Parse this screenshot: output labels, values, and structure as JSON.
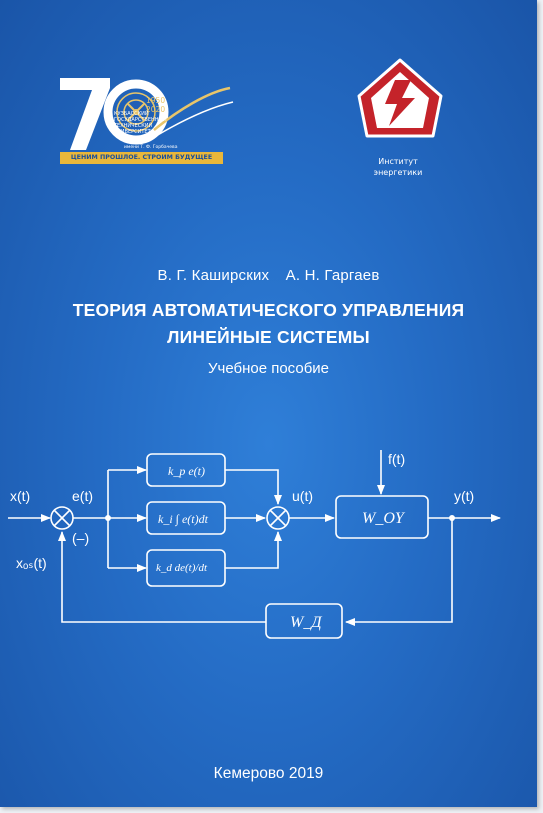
{
  "logo_left": {
    "big_number": "70",
    "years": [
      "1950",
      "2020"
    ],
    "university_lines": [
      "КУЗБАССКИЙ",
      "ГОСУДАРСТВЕННЫЙ",
      "ТЕХНИЧЕСКИЙ",
      "УНИВЕРСИТЕТ"
    ],
    "university_sub": "имени Т. Ф. Горбачева",
    "slogan": "ЦЕНИМ ПРОШЛОЕ. СТРОИМ БУДУЩЕЕ"
  },
  "logo_right": {
    "lines": [
      "Институт",
      "энергетики"
    ],
    "color": "#c4232a"
  },
  "authors": [
    "В. Г. Каширских",
    "А. Н. Гаргаев"
  ],
  "title": [
    "ТЕОРИЯ АВТОМАТИЧЕСКОГО УПРАВЛЕНИЯ",
    "ЛИНЕЙНЫЕ СИСТЕМЫ"
  ],
  "subtitle": "Учебное пособие",
  "diagram": {
    "input": "x(t)",
    "error": "e(t)",
    "feedback": "xₒₛ(t)",
    "minus": "(–)",
    "disturbance": "f(t)",
    "control": "u(t)",
    "output": "y(t)",
    "block_p": "k_p e(t)",
    "block_i": "k_i ∫ e(t)dt",
    "block_d": "k_d de(t)/dt",
    "plant": "W_OY",
    "sensor": "W_Д"
  },
  "city_year": "Кемерово 2019",
  "colors": {
    "background": "#246bc4",
    "accent_gold": "#e9b73a",
    "logo_red": "#c4232a"
  }
}
